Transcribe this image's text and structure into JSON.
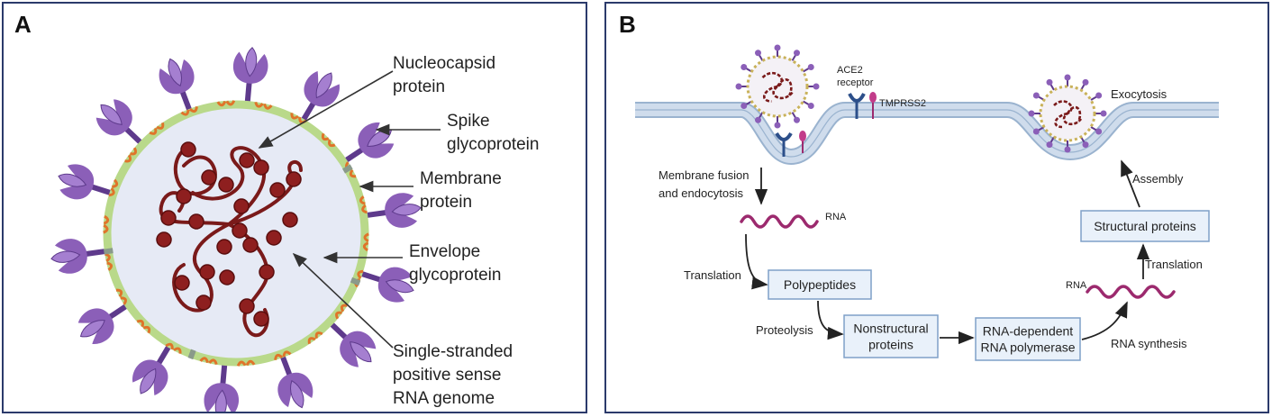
{
  "panel_a": {
    "label": "A",
    "annotations": [
      {
        "id": "nucleocapsid",
        "lines": [
          "Nucleocapsid",
          "protein"
        ]
      },
      {
        "id": "spike",
        "lines": [
          "Spike",
          "glycoprotein"
        ]
      },
      {
        "id": "membrane",
        "lines": [
          "Membrane",
          "protein"
        ]
      },
      {
        "id": "envelope",
        "lines": [
          "Envelope",
          "glycoprotein"
        ]
      },
      {
        "id": "genome",
        "lines": [
          "Single-stranded",
          "positive sense",
          "RNA genome"
        ]
      }
    ]
  },
  "panel_b": {
    "label": "B",
    "labels": {
      "ace2": [
        "ACE2",
        "receptor"
      ],
      "tmprss2": "TMPRSS2",
      "exocytosis": "Exocytosis",
      "fusion": [
        "Membrane fusion",
        "and endocytosis"
      ],
      "assembly": "Assembly",
      "rna1": "RNA",
      "rna2": "RNA",
      "translation1": "Translation",
      "translation2": "Translation",
      "proteolysis": "Proteolysis",
      "rna_synthesis": "RNA synthesis"
    },
    "boxes": {
      "polypeptides": [
        "Polypeptides"
      ],
      "nonstructural": [
        "Nonstructural",
        "proteins"
      ],
      "rdrp": [
        "RNA-dependent",
        "RNA polymerase"
      ],
      "structural": [
        "Structural proteins"
      ]
    }
  },
  "colors": {
    "border": "#2b3a6b",
    "spike": "#8b5fb8",
    "spike_dark": "#5e3a8c",
    "envelope_ring": "#b9d98a",
    "interior": "#e6eaf5",
    "rna": "#7a1a1a",
    "membrane_protein": "#e0742a",
    "box_fill": "#e9f1fa",
    "box_stroke": "#7fa0c8",
    "cell_membrane": "#cfdcec",
    "rna_wave": "#9c2a6e"
  }
}
